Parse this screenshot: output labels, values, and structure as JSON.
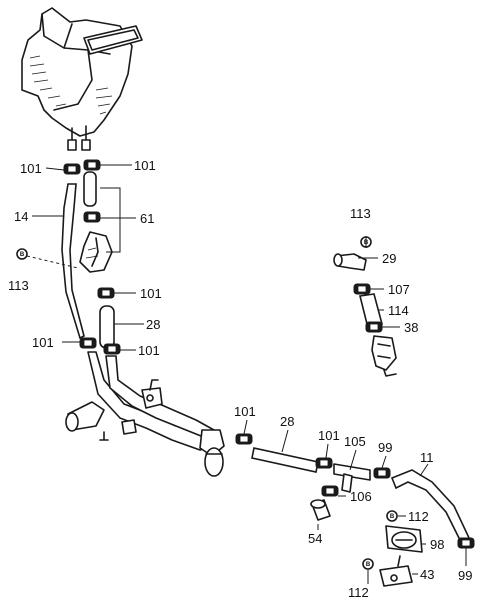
{
  "callouts": {
    "c101_a": "101",
    "c101_b": "101",
    "c14": "14",
    "c61": "61",
    "c113_left": "113",
    "c101_c": "101",
    "c28_a": "28",
    "c101_d": "101",
    "c101_e": "101",
    "c113_right": "113",
    "c29": "29",
    "c107": "107",
    "c114": "114",
    "c38": "38",
    "c101_f": "101",
    "c28_b": "28",
    "c101_g": "101",
    "c105": "105",
    "c99_a": "99",
    "c11": "11",
    "c106": "106",
    "c54": "54",
    "c112_a": "112",
    "c98": "98",
    "c99_b": "99",
    "c112_b": "112",
    "c43": "43"
  },
  "bolt_symbol_letter": "B"
}
